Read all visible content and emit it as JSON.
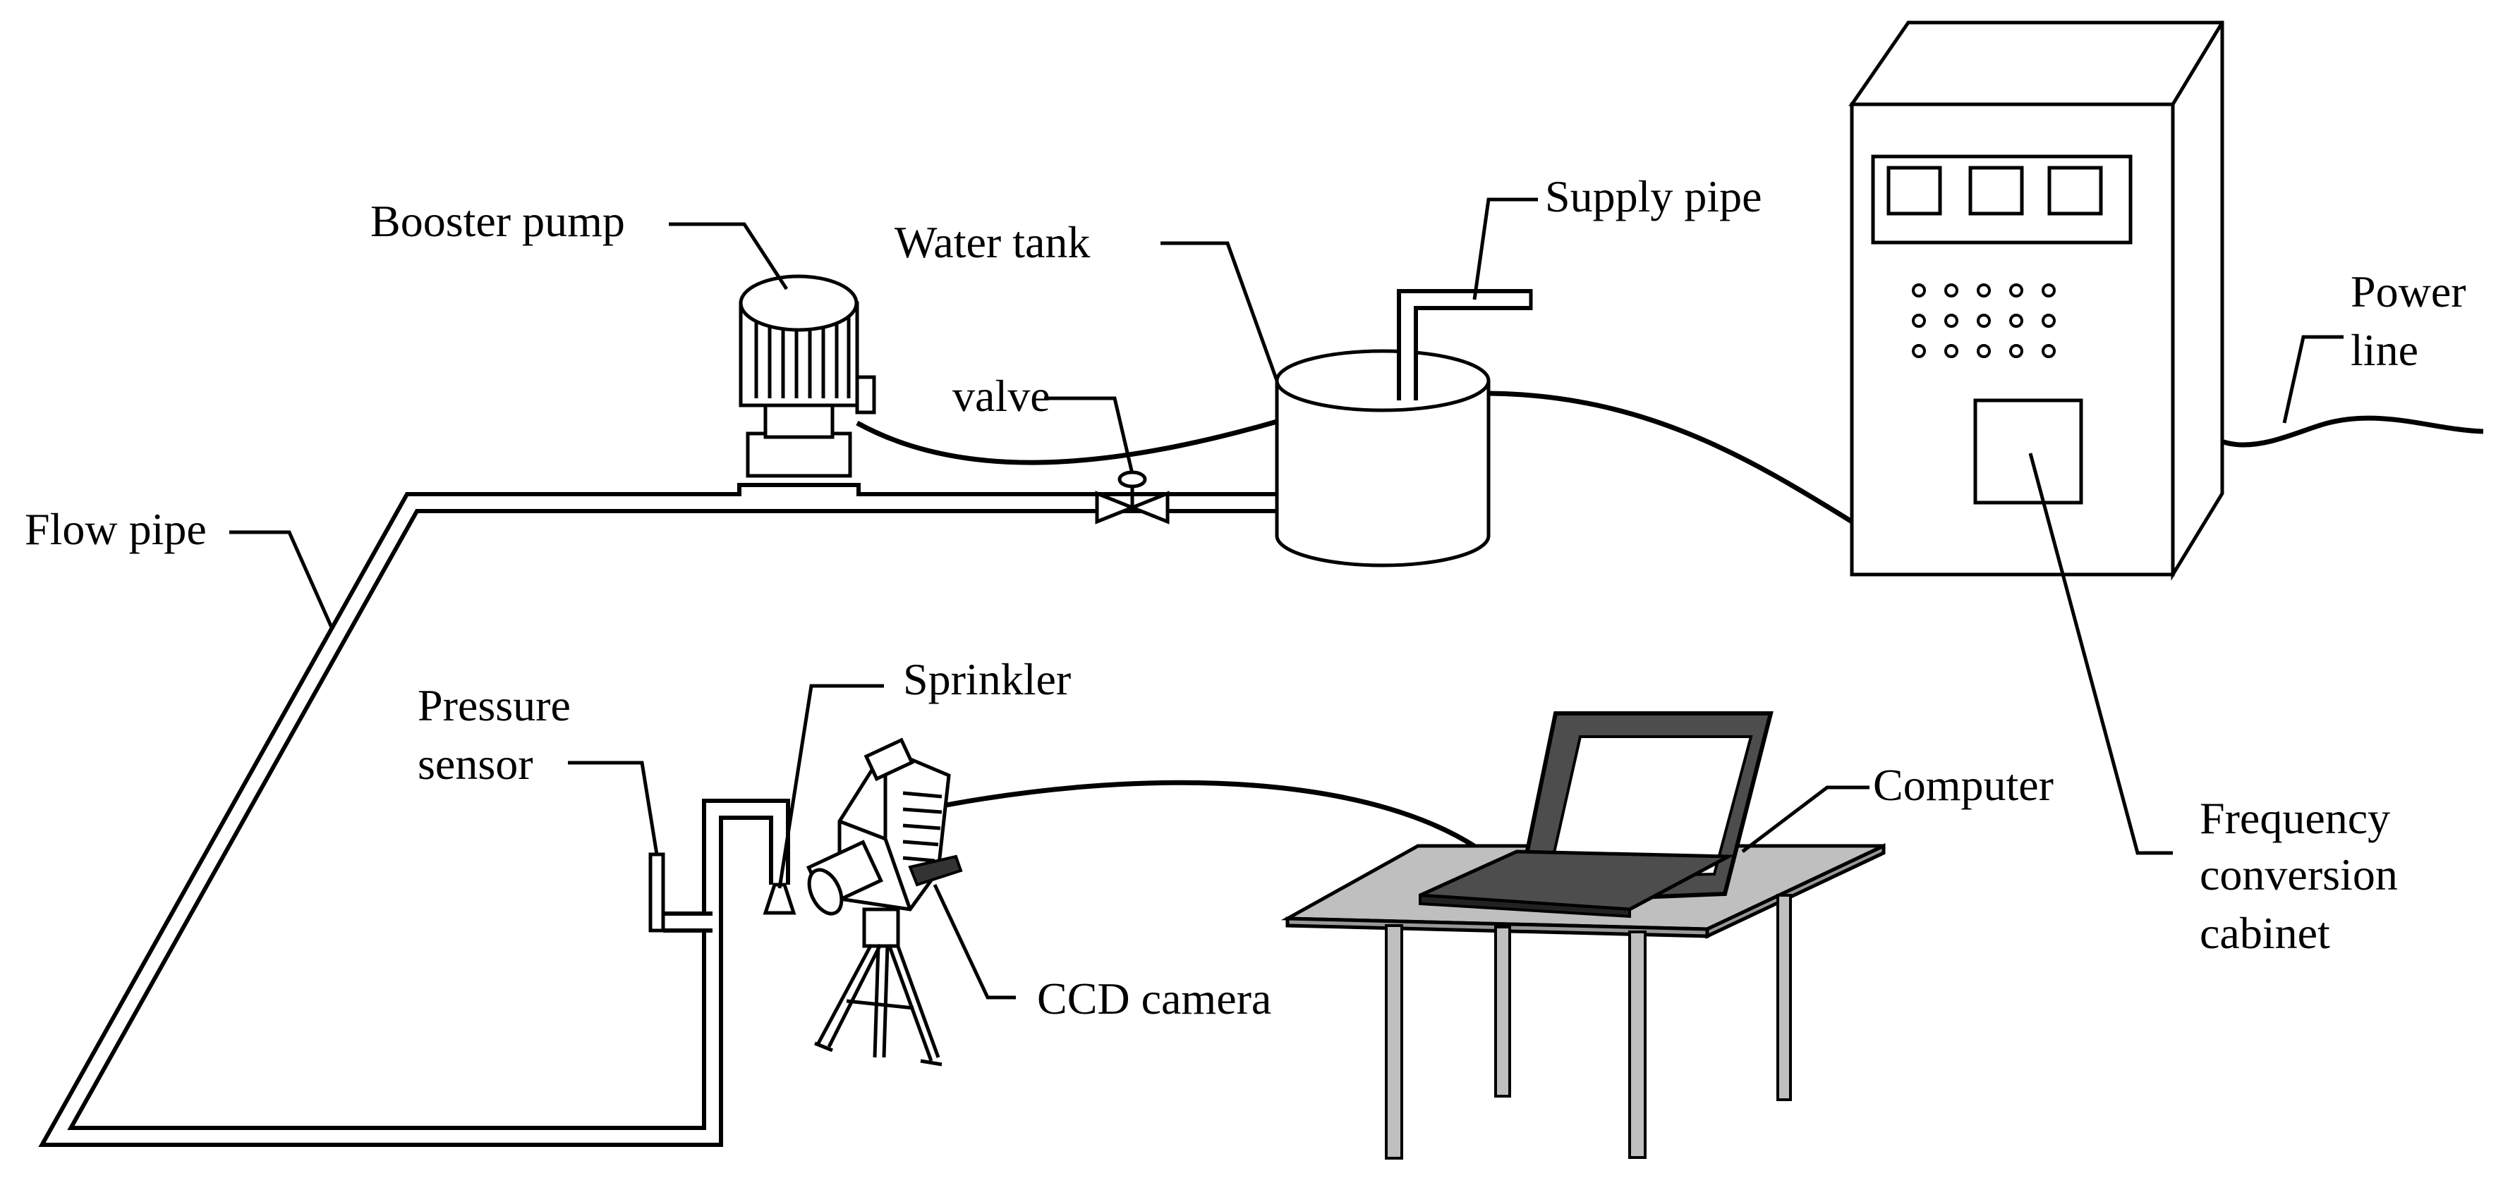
{
  "labels": {
    "booster_pump": "Booster pump",
    "water_tank": "Water tank",
    "supply_pipe": "Supply pipe",
    "valve": "valve",
    "power_line_1": "Power",
    "power_line_2": "line",
    "flow_pipe": "Flow pipe",
    "pressure_sensor_1": "Pressure",
    "pressure_sensor_2": "sensor",
    "sprinkler": "Sprinkler",
    "computer": "Computer",
    "ccd_camera": "CCD camera",
    "frequency_cabinet_1": "Frequency",
    "frequency_cabinet_2": "conversion",
    "frequency_cabinet_3": "cabinet"
  }
}
